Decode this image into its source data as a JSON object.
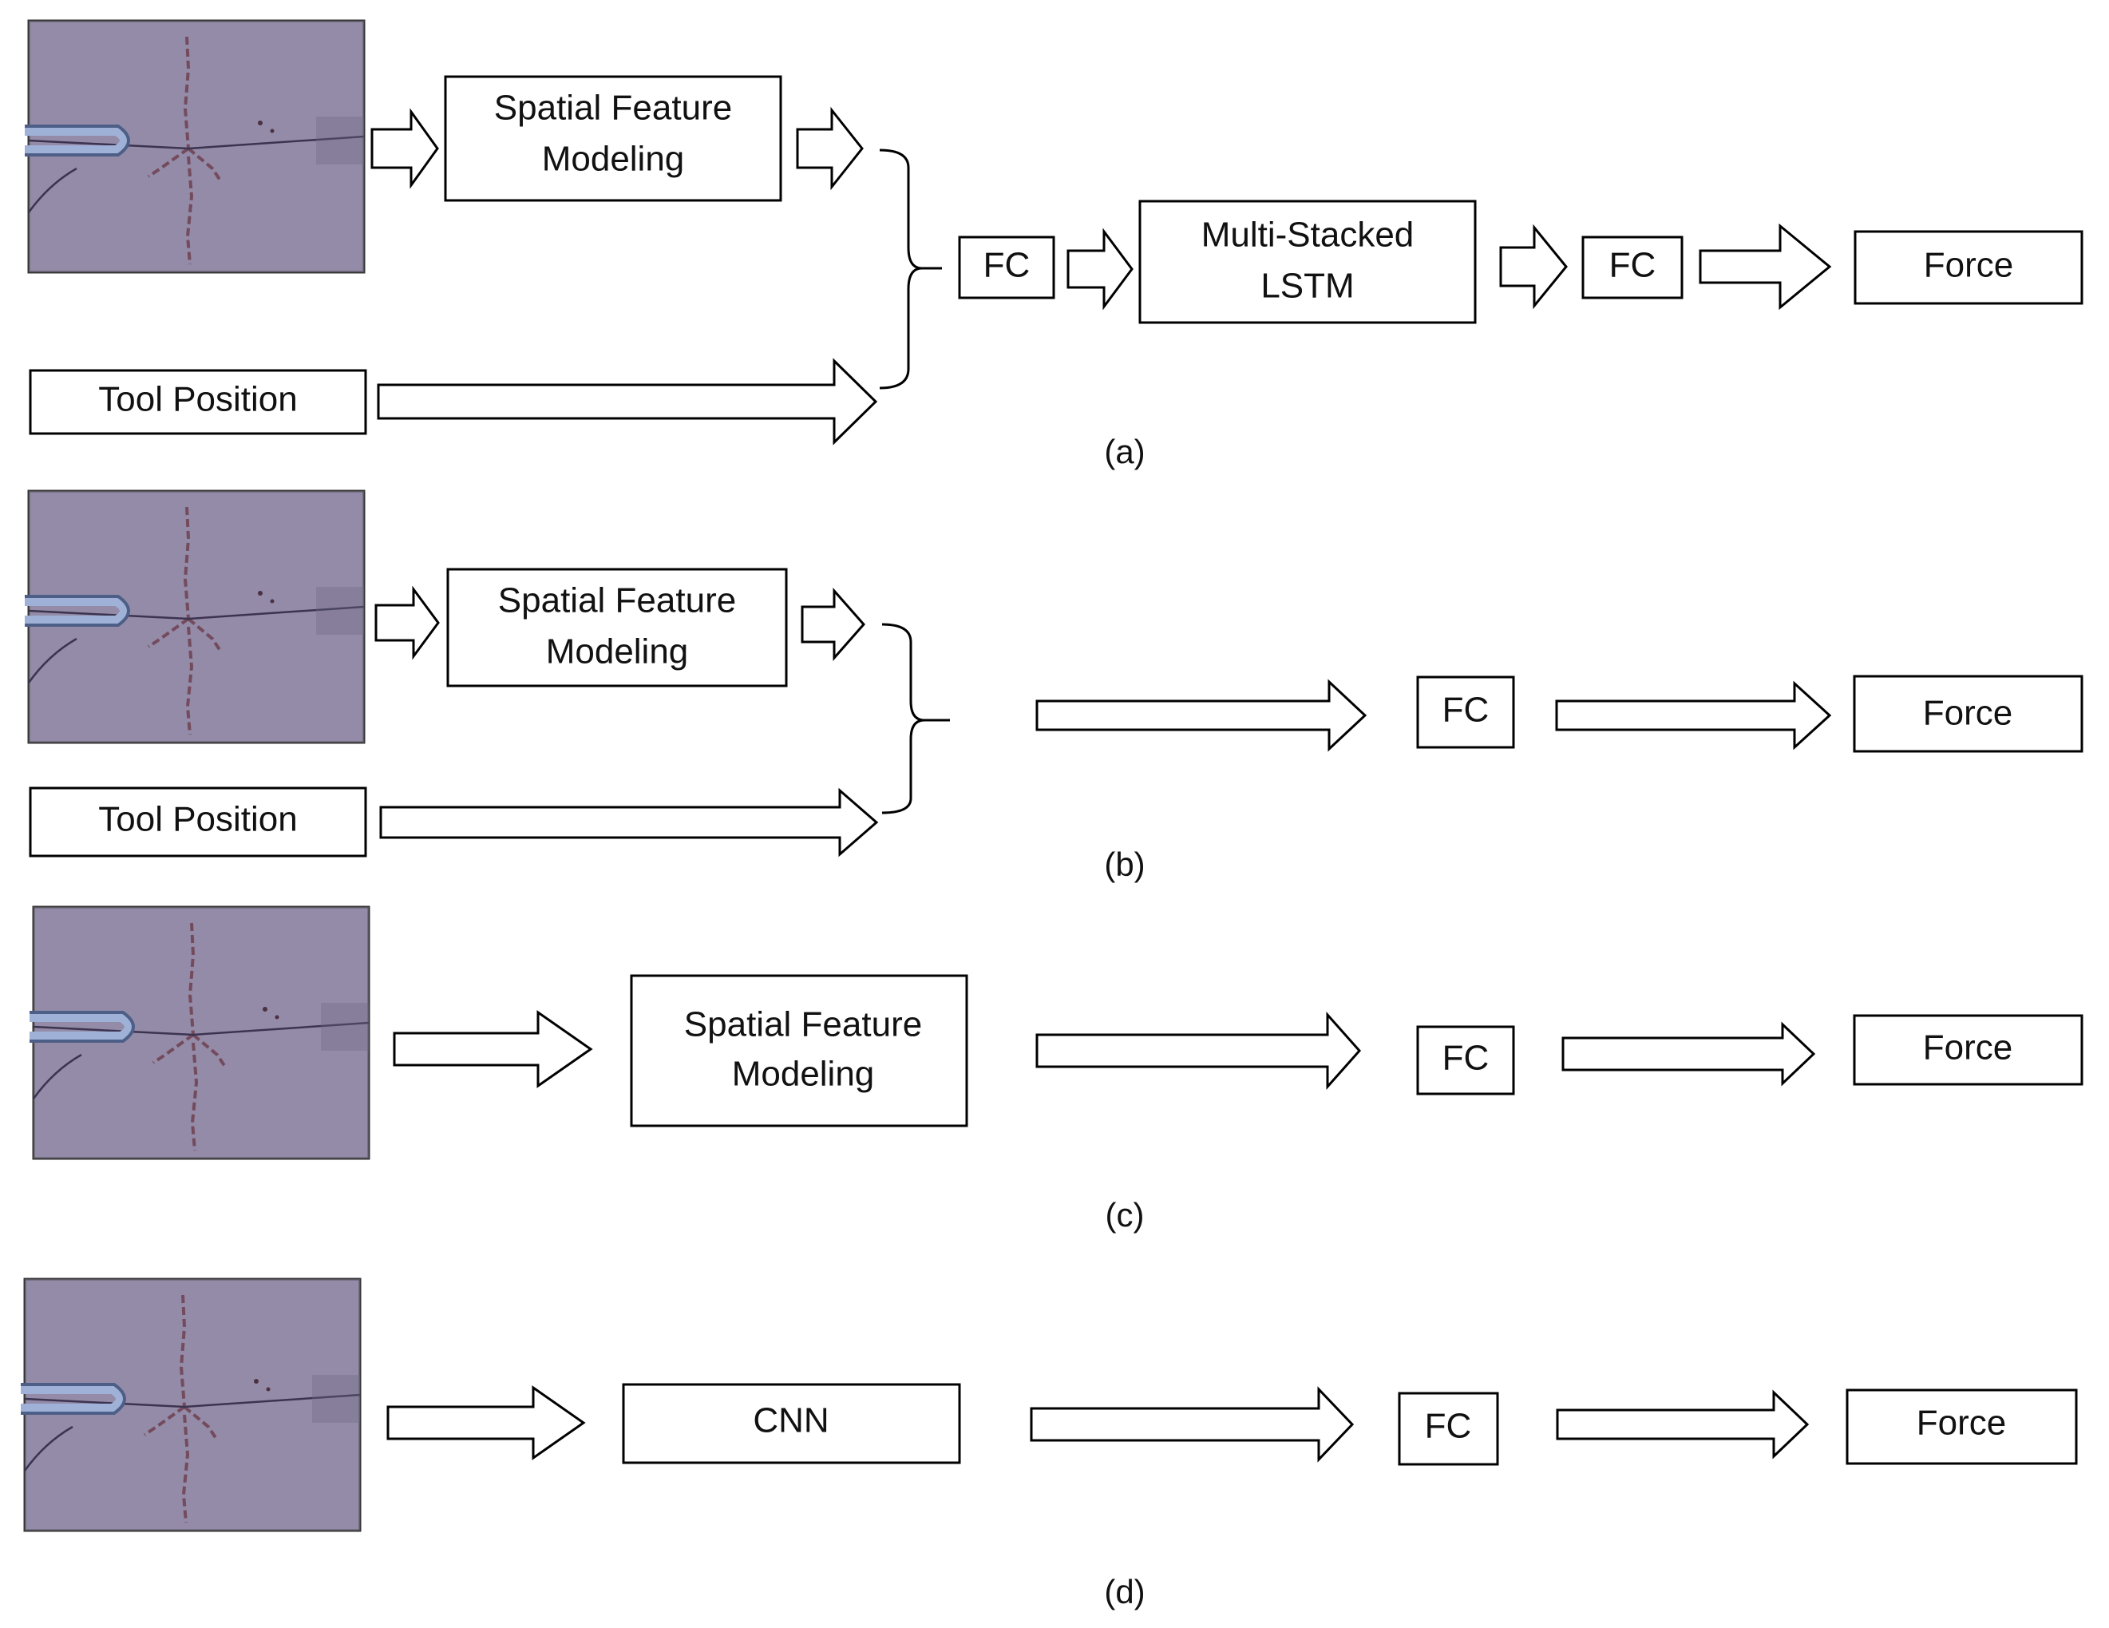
{
  "colors": {
    "photo_bg": "#8d84a0",
    "photo_border": "#333333",
    "box_stroke": "#000000",
    "text": "#111111"
  },
  "panels": {
    "a": {
      "caption": "(a)",
      "image": "tissue-image",
      "spatial_line1": "Spatial Feature",
      "spatial_line2": "Modeling",
      "tool_position": "Tool Position",
      "fc1": "FC",
      "lstm_line1": "Multi-Stacked",
      "lstm_line2": "LSTM",
      "fc2": "FC",
      "output": "Force"
    },
    "b": {
      "caption": "(b)",
      "image": "tissue-image",
      "spatial_line1": "Spatial Feature",
      "spatial_line2": "Modeling",
      "tool_position": "Tool Position",
      "fc": "FC",
      "output": "Force"
    },
    "c": {
      "caption": "(c)",
      "image": "tissue-image",
      "spatial_line1": "Spatial Feature",
      "spatial_line2": "Modeling",
      "fc": "FC",
      "output": "Force"
    },
    "d": {
      "caption": "(d)",
      "image": "tissue-image",
      "cnn": "CNN",
      "fc": "FC",
      "output": "Force"
    }
  }
}
